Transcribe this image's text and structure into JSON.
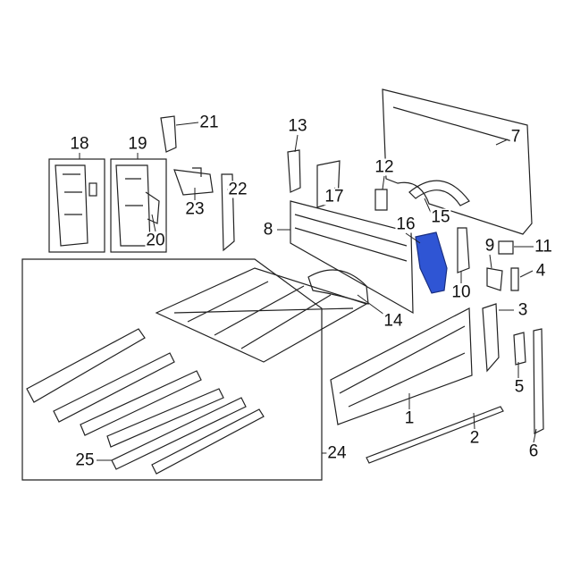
{
  "diagram": {
    "title": "Pickup box floor and panel parts diagram",
    "highlight_color": "#2f55d4",
    "callouts": [
      {
        "id": "1",
        "label": "1"
      },
      {
        "id": "2",
        "label": "2"
      },
      {
        "id": "3",
        "label": "3"
      },
      {
        "id": "4",
        "label": "4"
      },
      {
        "id": "5",
        "label": "5"
      },
      {
        "id": "6",
        "label": "6"
      },
      {
        "id": "7",
        "label": "7"
      },
      {
        "id": "8",
        "label": "8"
      },
      {
        "id": "9",
        "label": "9"
      },
      {
        "id": "10",
        "label": "10"
      },
      {
        "id": "11",
        "label": "11"
      },
      {
        "id": "12",
        "label": "12"
      },
      {
        "id": "13",
        "label": "13"
      },
      {
        "id": "14",
        "label": "14"
      },
      {
        "id": "15",
        "label": "15"
      },
      {
        "id": "16",
        "label": "16"
      },
      {
        "id": "17",
        "label": "17"
      },
      {
        "id": "18",
        "label": "18"
      },
      {
        "id": "19",
        "label": "19"
      },
      {
        "id": "20",
        "label": "20"
      },
      {
        "id": "21",
        "label": "21"
      },
      {
        "id": "22",
        "label": "22"
      },
      {
        "id": "23",
        "label": "23"
      },
      {
        "id": "24",
        "label": "24"
      },
      {
        "id": "25",
        "label": "25"
      }
    ]
  }
}
